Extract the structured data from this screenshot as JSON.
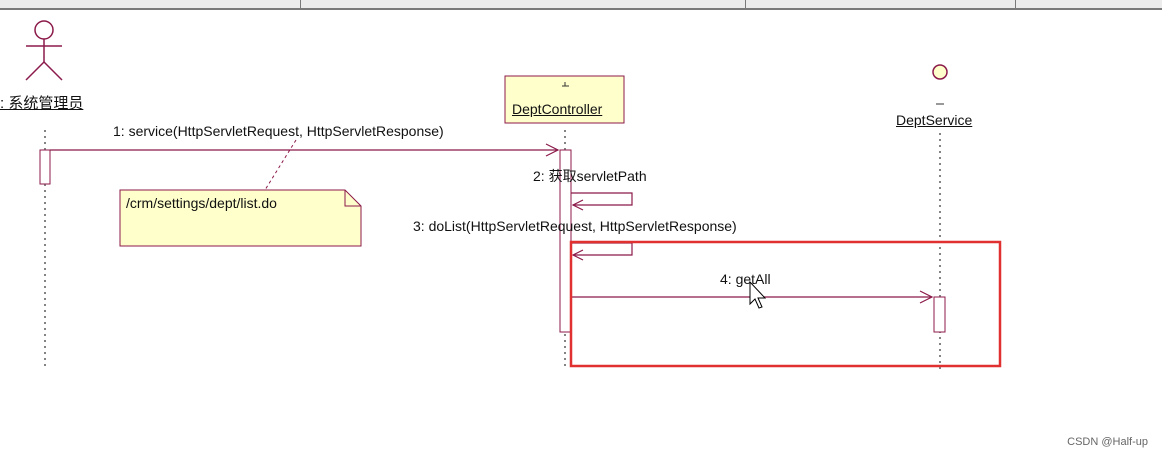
{
  "actors": {
    "admin": {
      "label": ": 系统管理员"
    },
    "controller": {
      "label": "DeptController"
    },
    "service": {
      "label": "DeptService"
    }
  },
  "messages": [
    {
      "label": "1: service(HttpServletRequest, HttpServletResponse)"
    },
    {
      "label": "2: 获取servletPath"
    },
    {
      "label": "3: doList(HttpServletRequest, HttpServletResponse)"
    },
    {
      "label": "4: getAll"
    }
  ],
  "note": {
    "text": "/crm/settings/dept/list.do"
  },
  "watermark": "CSDN @Half-up",
  "colors": {
    "line": "#8b1a4a",
    "note_fill": "#ffffcc",
    "box_fill": "#ffffcc",
    "highlight": "#e03030"
  }
}
